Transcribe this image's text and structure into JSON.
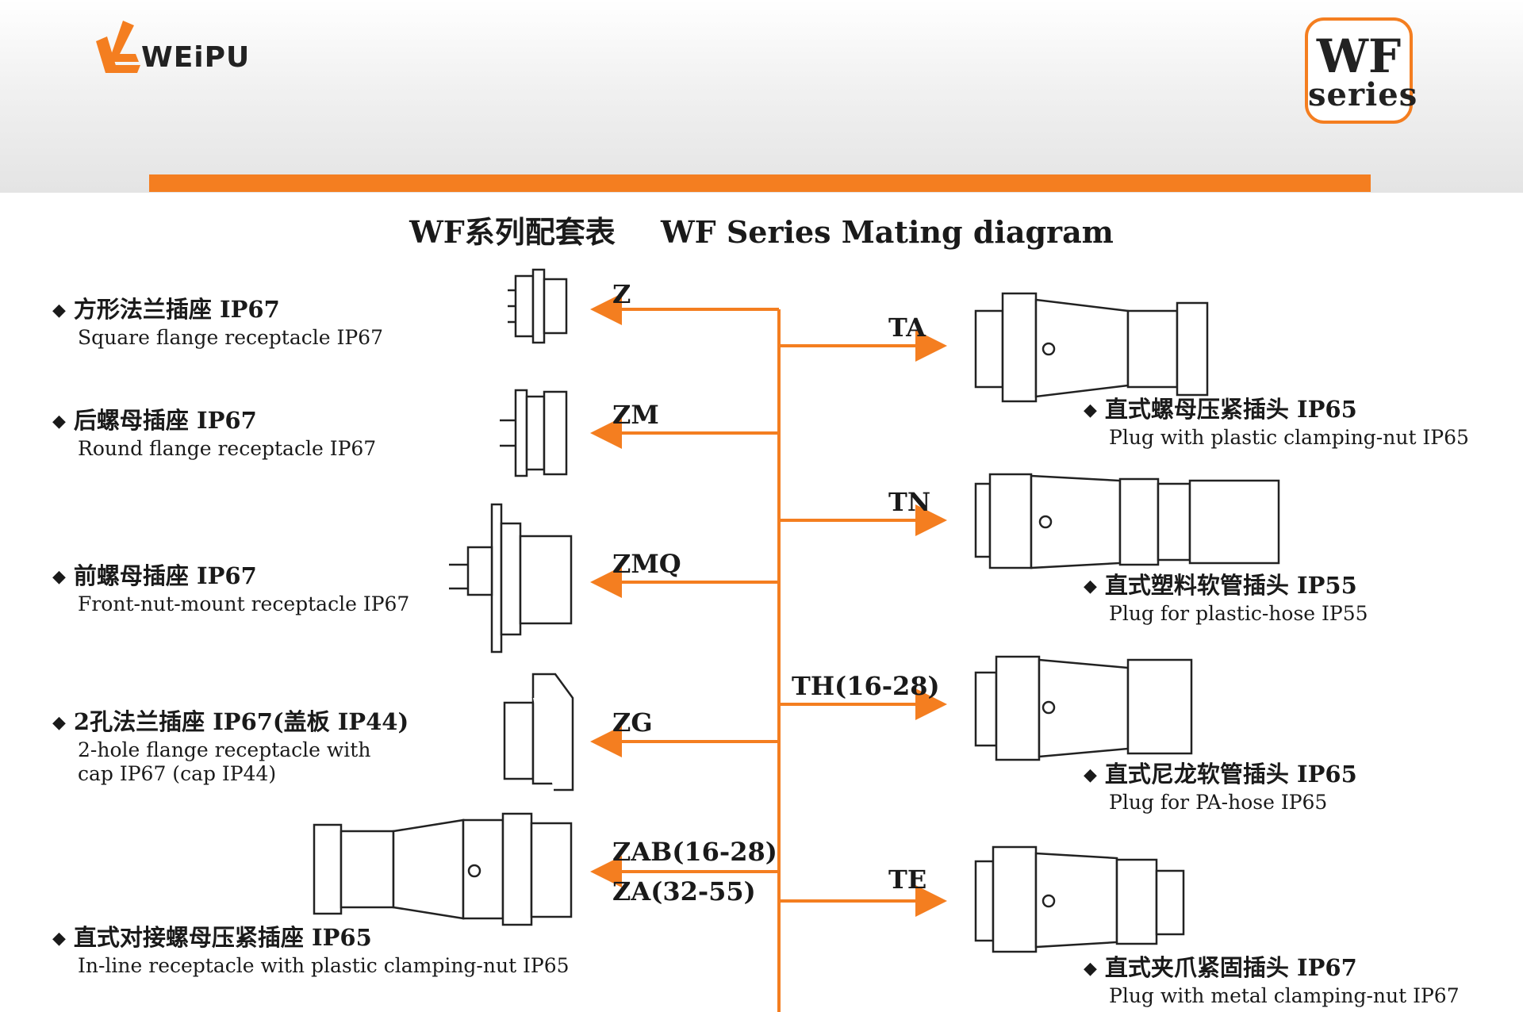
{
  "brand": {
    "logo_text": "WEiPU",
    "badge_line1": "WF",
    "badge_line2": "series"
  },
  "title": {
    "cn": "WF系列配套表",
    "en": "WF  Series Mating diagram"
  },
  "colors": {
    "accent": "#f47e20",
    "ink": "#1a1a1a",
    "header": "#e4e4e4"
  },
  "left_items": [
    {
      "cn": "方形法兰插座 IP67",
      "en": [
        "Square flange receptacle IP67"
      ],
      "code": "Z"
    },
    {
      "cn": "后螺母插座 IP67",
      "en": [
        "Round flange receptacle IP67"
      ],
      "code": "ZM"
    },
    {
      "cn": "前螺母插座 IP67",
      "en": [
        "Front-nut-mount receptacle IP67"
      ],
      "code": "ZMQ"
    },
    {
      "cn": "2孔法兰插座 IP67(盖板 IP44)",
      "en": [
        "2-hole flange receptacle with",
        "cap IP67 (cap IP44)"
      ],
      "code": "ZG"
    },
    {
      "cn": "直式对接螺母压紧插座 IP65",
      "en": [
        "In-line receptacle with plastic clamping-nut IP65"
      ],
      "code": "ZAB(16-28)",
      "code2": "ZA(32-55)"
    }
  ],
  "right_items": [
    {
      "cn": "直式螺母压紧插头 IP65",
      "en": "Plug with plastic clamping-nut IP65",
      "code": "TA"
    },
    {
      "cn": "直式塑料软管插头 IP55",
      "en": "Plug for plastic-hose IP55",
      "code": "TN"
    },
    {
      "cn": "直式尼龙软管插头 IP65",
      "en": "Plug for PA-hose IP65",
      "code": "TH(16-28)"
    },
    {
      "cn": "直式夹爪紧固插头 IP67",
      "en": "Plug with metal clamping-nut IP67",
      "code": "TE"
    }
  ],
  "diagram": {
    "nodes": [
      {
        "id": "z",
        "label": "Z"
      },
      {
        "id": "zm",
        "label": "ZM"
      },
      {
        "id": "zmq",
        "label": "ZMQ"
      },
      {
        "id": "zg",
        "label": "ZG"
      },
      {
        "id": "zab",
        "label": "ZAB(16-28)"
      },
      {
        "id": "ta",
        "label": "TA"
      },
      {
        "id": "tn",
        "label": "TN"
      },
      {
        "id": "th",
        "label": "TH(16-28)"
      },
      {
        "id": "te",
        "label": "TE"
      }
    ],
    "edges": [
      {
        "from": "trunk",
        "to": "z"
      },
      {
        "from": "trunk",
        "to": "zm"
      },
      {
        "from": "trunk",
        "to": "zmq"
      },
      {
        "from": "trunk",
        "to": "zg"
      },
      {
        "from": "trunk",
        "to": "zab"
      },
      {
        "from": "trunk",
        "to": "ta"
      },
      {
        "from": "trunk",
        "to": "tn"
      },
      {
        "from": "trunk",
        "to": "th"
      },
      {
        "from": "trunk",
        "to": "te"
      }
    ]
  }
}
